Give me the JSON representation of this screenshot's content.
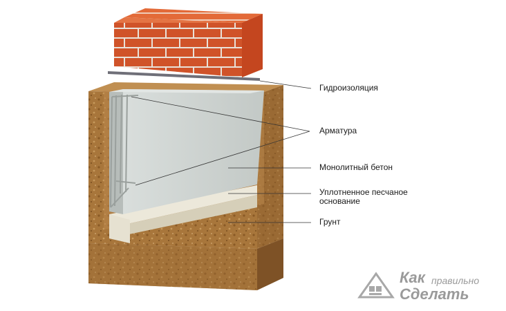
{
  "labels": {
    "waterproofing": "Гидроизоляция",
    "rebar": "Арматура",
    "concrete": "Монолитный бетон",
    "sand_line1": "Уплотненное песчаное",
    "sand_line2": "основание",
    "soil": "Грунт"
  },
  "watermark": {
    "line1": "Как",
    "small": "правильно",
    "line2": "Сделать",
    "icon": "house-logo-icon"
  },
  "colors": {
    "brick": "#d8562a",
    "mortar": "#f4efe8",
    "concrete": "#cdd2d0",
    "sand": "#e2dccb",
    "soil": "#a7753a",
    "leader": "#333333"
  }
}
